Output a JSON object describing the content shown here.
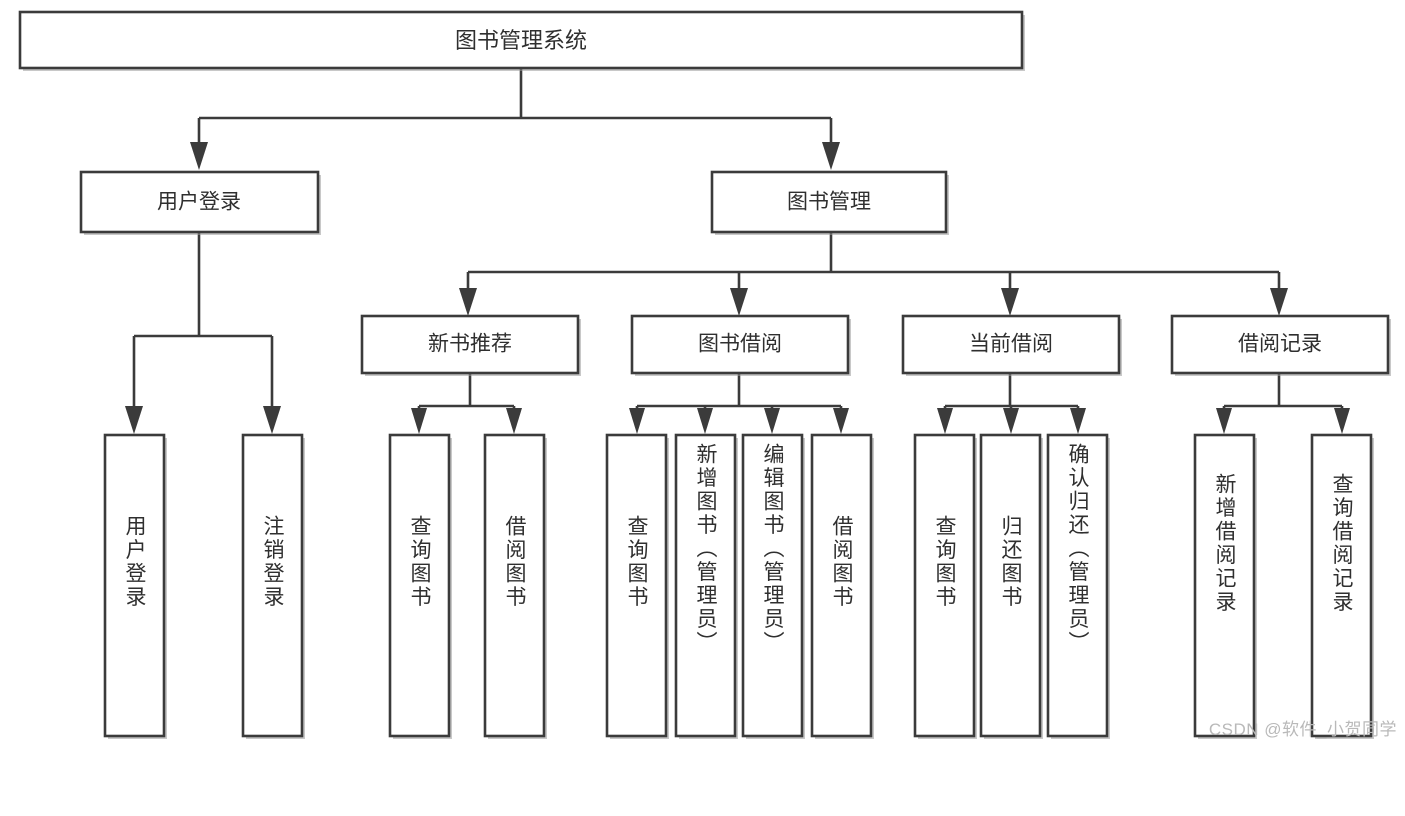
{
  "diagram": {
    "title": "图书管理系统",
    "type": "tree-hierarchy",
    "watermark": "CSDN @软件_小贺同学",
    "colors": {
      "background": "#ffffff",
      "stroke": "#3b3b3b",
      "text": "#2f2f2f",
      "watermark": "#b9b9b9"
    },
    "levels": {
      "root_label": "图书管理系统",
      "level2": [
        {
          "label": "用户登录"
        },
        {
          "label": "图书管理"
        }
      ],
      "level3": [
        {
          "label": "新书推荐"
        },
        {
          "label": "图书借阅"
        },
        {
          "label": "当前借阅"
        },
        {
          "label": "借阅记录"
        }
      ]
    },
    "leaves": {
      "user_login": [
        {
          "label": "用户登录"
        },
        {
          "label": "注销登录"
        }
      ],
      "new_book_recommend": [
        {
          "label": "查询图书"
        },
        {
          "label": "借阅图书"
        }
      ],
      "book_borrow": [
        {
          "label": "查询图书"
        },
        {
          "label": "新增图书（管理员）"
        },
        {
          "label": "编辑图书（管理员）"
        },
        {
          "label": "借阅图书"
        }
      ],
      "current_borrow": [
        {
          "label": "查询图书"
        },
        {
          "label": "归还图书"
        },
        {
          "label": "确认归还（管理员）"
        }
      ],
      "borrow_records": [
        {
          "label": "新增借阅记录"
        },
        {
          "label": "查询借阅记录"
        }
      ]
    }
  }
}
